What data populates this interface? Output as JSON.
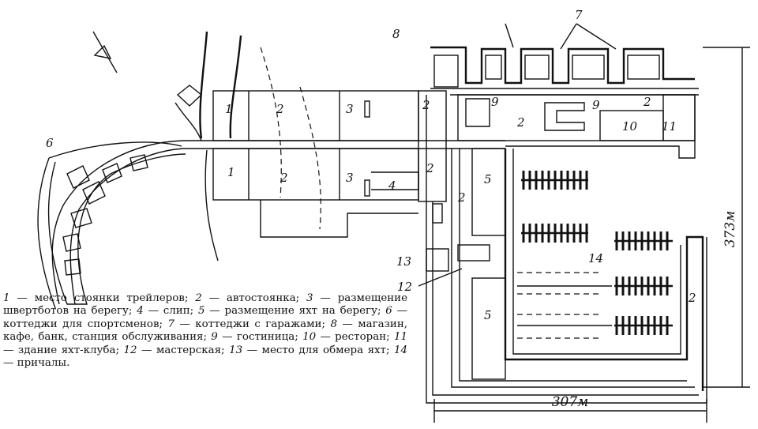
{
  "plan": {
    "labels": {
      "l1a": "1",
      "l1b": "1",
      "l2a": "2",
      "l2b": "2",
      "l2c": "2",
      "l2d": "2",
      "l2e": "2",
      "l2f": "2",
      "l2g": "2",
      "l2h": "2",
      "l3a": "3",
      "l3b": "3",
      "l4": "4",
      "l5a": "5",
      "l5b": "5",
      "l6": "6",
      "l7": "7",
      "l8": "8",
      "l9a": "9",
      "l9b": "9",
      "l10": "10",
      "l11": "11",
      "l12": "12",
      "l13": "13",
      "l14": "14"
    },
    "dimension_height": "373м",
    "dimension_width": "307м"
  },
  "legend": {
    "items": [
      {
        "num": "1",
        "text": "место стоянки трейлеров;"
      },
      {
        "num": "2",
        "text": "автостоянка;"
      },
      {
        "num": "3",
        "text": "размещение швертботов на берегу;"
      },
      {
        "num": "4",
        "text": "слип;"
      },
      {
        "num": "5",
        "text": "размещение яхт на берегу;"
      },
      {
        "num": "6",
        "text": "коттеджи для спортсменов;"
      },
      {
        "num": "7",
        "text": "коттеджи с гаражами;"
      },
      {
        "num": "8",
        "text": "магазин, кафе, банк, станция обслуживания;"
      },
      {
        "num": "9",
        "text": "гостиница;"
      },
      {
        "num": "10",
        "text": "ресторан;"
      },
      {
        "num": "11",
        "text": "здание яхт-клуба;"
      },
      {
        "num": "12",
        "text": "мастерская;"
      },
      {
        "num": "13",
        "text": "место для обмера яхт;"
      },
      {
        "num": "14",
        "text": "причалы."
      }
    ],
    "dash": " — "
  }
}
